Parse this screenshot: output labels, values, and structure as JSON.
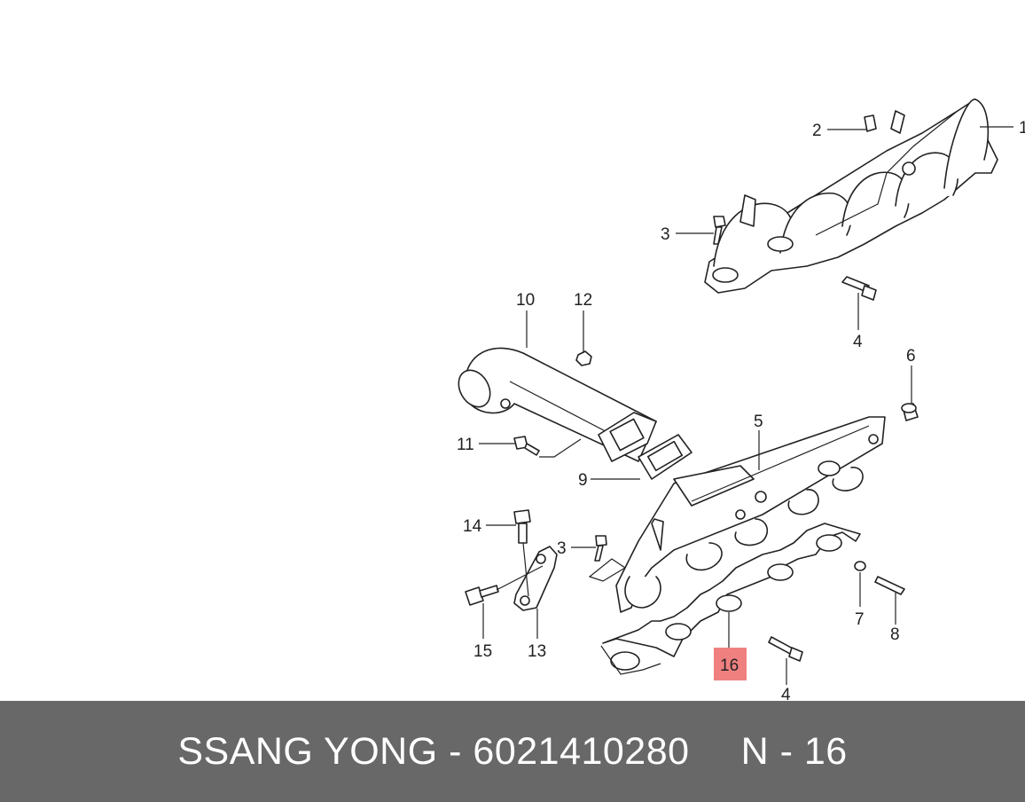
{
  "footer": {
    "brand": "SSANG YONG",
    "separator": "-",
    "part_number": "6021410280",
    "position_code": "N - 16"
  },
  "colors": {
    "footer_background": "#686868",
    "footer_text": "#ffffff",
    "highlight": "#f08080",
    "line": "#222222"
  },
  "callouts": {
    "c1": "1",
    "c2": "2",
    "c3a": "3",
    "c3b": "3",
    "c4a": "4",
    "c4b": "4",
    "c5": "5",
    "c6": "6",
    "c7": "7",
    "c8": "8",
    "c9": "9",
    "c10": "10",
    "c11": "11",
    "c12": "12",
    "c13": "13",
    "c14": "14",
    "c15": "15",
    "c16": "16"
  },
  "highlighted_callout": "16"
}
